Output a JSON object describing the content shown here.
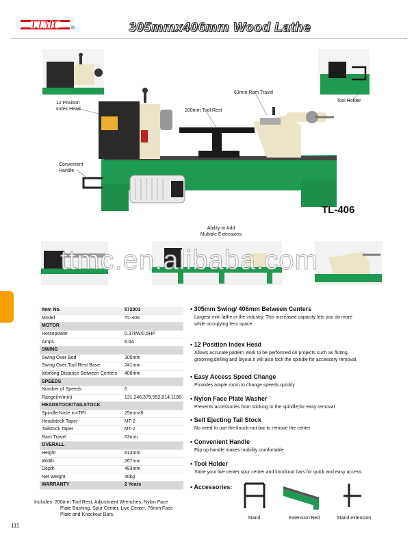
{
  "header": {
    "logo_text": "TTMC",
    "reg_mark": "®",
    "title": "305mmx406mm Wood Lathe"
  },
  "callouts": {
    "ram_travel": "63mm Ram Travel",
    "tool_holder": "Tool Holder",
    "index_head": [
      "12 Position",
      "Index Head"
    ],
    "tool_rest": "200mm Tool Rest",
    "handle": [
      "Convenient",
      "Handle"
    ],
    "extensions": [
      "Ability to Add",
      "Multiple Extensions"
    ],
    "model": "TL-406"
  },
  "watermark": "ttmc.en.alibaba.com",
  "spec_table": {
    "header": {
      "label": "Item No.",
      "value": "572001"
    },
    "rows": [
      {
        "type": "row",
        "label": "Model",
        "value": "TL-406"
      },
      {
        "type": "section",
        "label": "MOTOR"
      },
      {
        "type": "row",
        "label": "Horsepower",
        "value": "0.37kW/0.5HP"
      },
      {
        "type": "row",
        "label": "Amps",
        "value": "6.6A"
      },
      {
        "type": "section",
        "label": "SWING"
      },
      {
        "type": "row",
        "label": "Swing Over Bed",
        "value": "305mm"
      },
      {
        "type": "row",
        "label": "Swing Over Tool Rest Base",
        "value": "241mm"
      },
      {
        "type": "row",
        "label": "Working Distance Between Centers",
        "value": "406mm"
      },
      {
        "type": "section",
        "label": "SPEEDS"
      },
      {
        "type": "row",
        "label": "Number of Speeds",
        "value": "6"
      },
      {
        "type": "row",
        "label": "Range(m/min)",
        "value": "131,246,375,552,814,1188"
      },
      {
        "type": "section",
        "label": "HEADSTOCK/TAILSTOCK"
      },
      {
        "type": "row",
        "label": "Spindle Nose in×TPI",
        "value": "25mm×8"
      },
      {
        "type": "row",
        "label": "Headstock Taper",
        "value": "MT-2"
      },
      {
        "type": "row",
        "label": "Tailstock Taper",
        "value": "MT-2"
      },
      {
        "type": "row",
        "label": "Ram Travel",
        "value": "63mm"
      },
      {
        "type": "section",
        "label": "OVERALL"
      },
      {
        "type": "row",
        "label": "Height",
        "value": "813mm"
      },
      {
        "type": "row",
        "label": "Width",
        "value": "267mm"
      },
      {
        "type": "row",
        "label": "Depth",
        "value": "483mm"
      },
      {
        "type": "row",
        "label": "Net Weight",
        "value": "40kg"
      }
    ],
    "warranty": {
      "label": "WARRANTY",
      "value": "2 Years"
    }
  },
  "includes": {
    "first": "Includes: 200mm Tool Rest, Adjustment Wrenches, Nylon Face",
    "rest": [
      "Plate Bushing, Spur Center, Live Center, 76mm Face",
      "Plate and Knockout Bars."
    ]
  },
  "page_number": "111",
  "features": [
    {
      "title": "305mm Swing/ 406mm Between Centers",
      "desc": [
        "Largest mini lathe in the industry. This increased capacity lets you do more",
        "while occupying less space"
      ]
    },
    {
      "title": "12 Position Index Head",
      "desc": [
        "Allows accurate pattern work to be performed on projects such as fluting,",
        "grooving,drilling and layout.It will also lock the spindle for accessory removal."
      ]
    },
    {
      "title": "Easy Access Speed Change",
      "desc": [
        "Provides ample room to change speeds quickly"
      ]
    },
    {
      "title": "Nylon Face Plate Washer",
      "desc": [
        "Prevents accessories from sticking to the spindle;for easy removal"
      ]
    },
    {
      "title": "Self Ejecting Tail Stock",
      "desc": [
        "No need to use the knock-out bar to remove the center"
      ]
    },
    {
      "title": "Convenient Handle",
      "desc": [
        "Flip up handle makes mobility comfortable"
      ]
    },
    {
      "title": "Tool Holder",
      "desc": [
        "Store your live center,spur center and knockout bars for quick and easy access"
      ]
    }
  ],
  "accessories": {
    "title": "Accessories:",
    "items": [
      "Stand",
      "Extension Bed",
      "Stand extension"
    ]
  },
  "colors": {
    "brand_red": "#d0121b",
    "machine_green": "#1f9a52",
    "accent_orange": "#f5a000"
  }
}
